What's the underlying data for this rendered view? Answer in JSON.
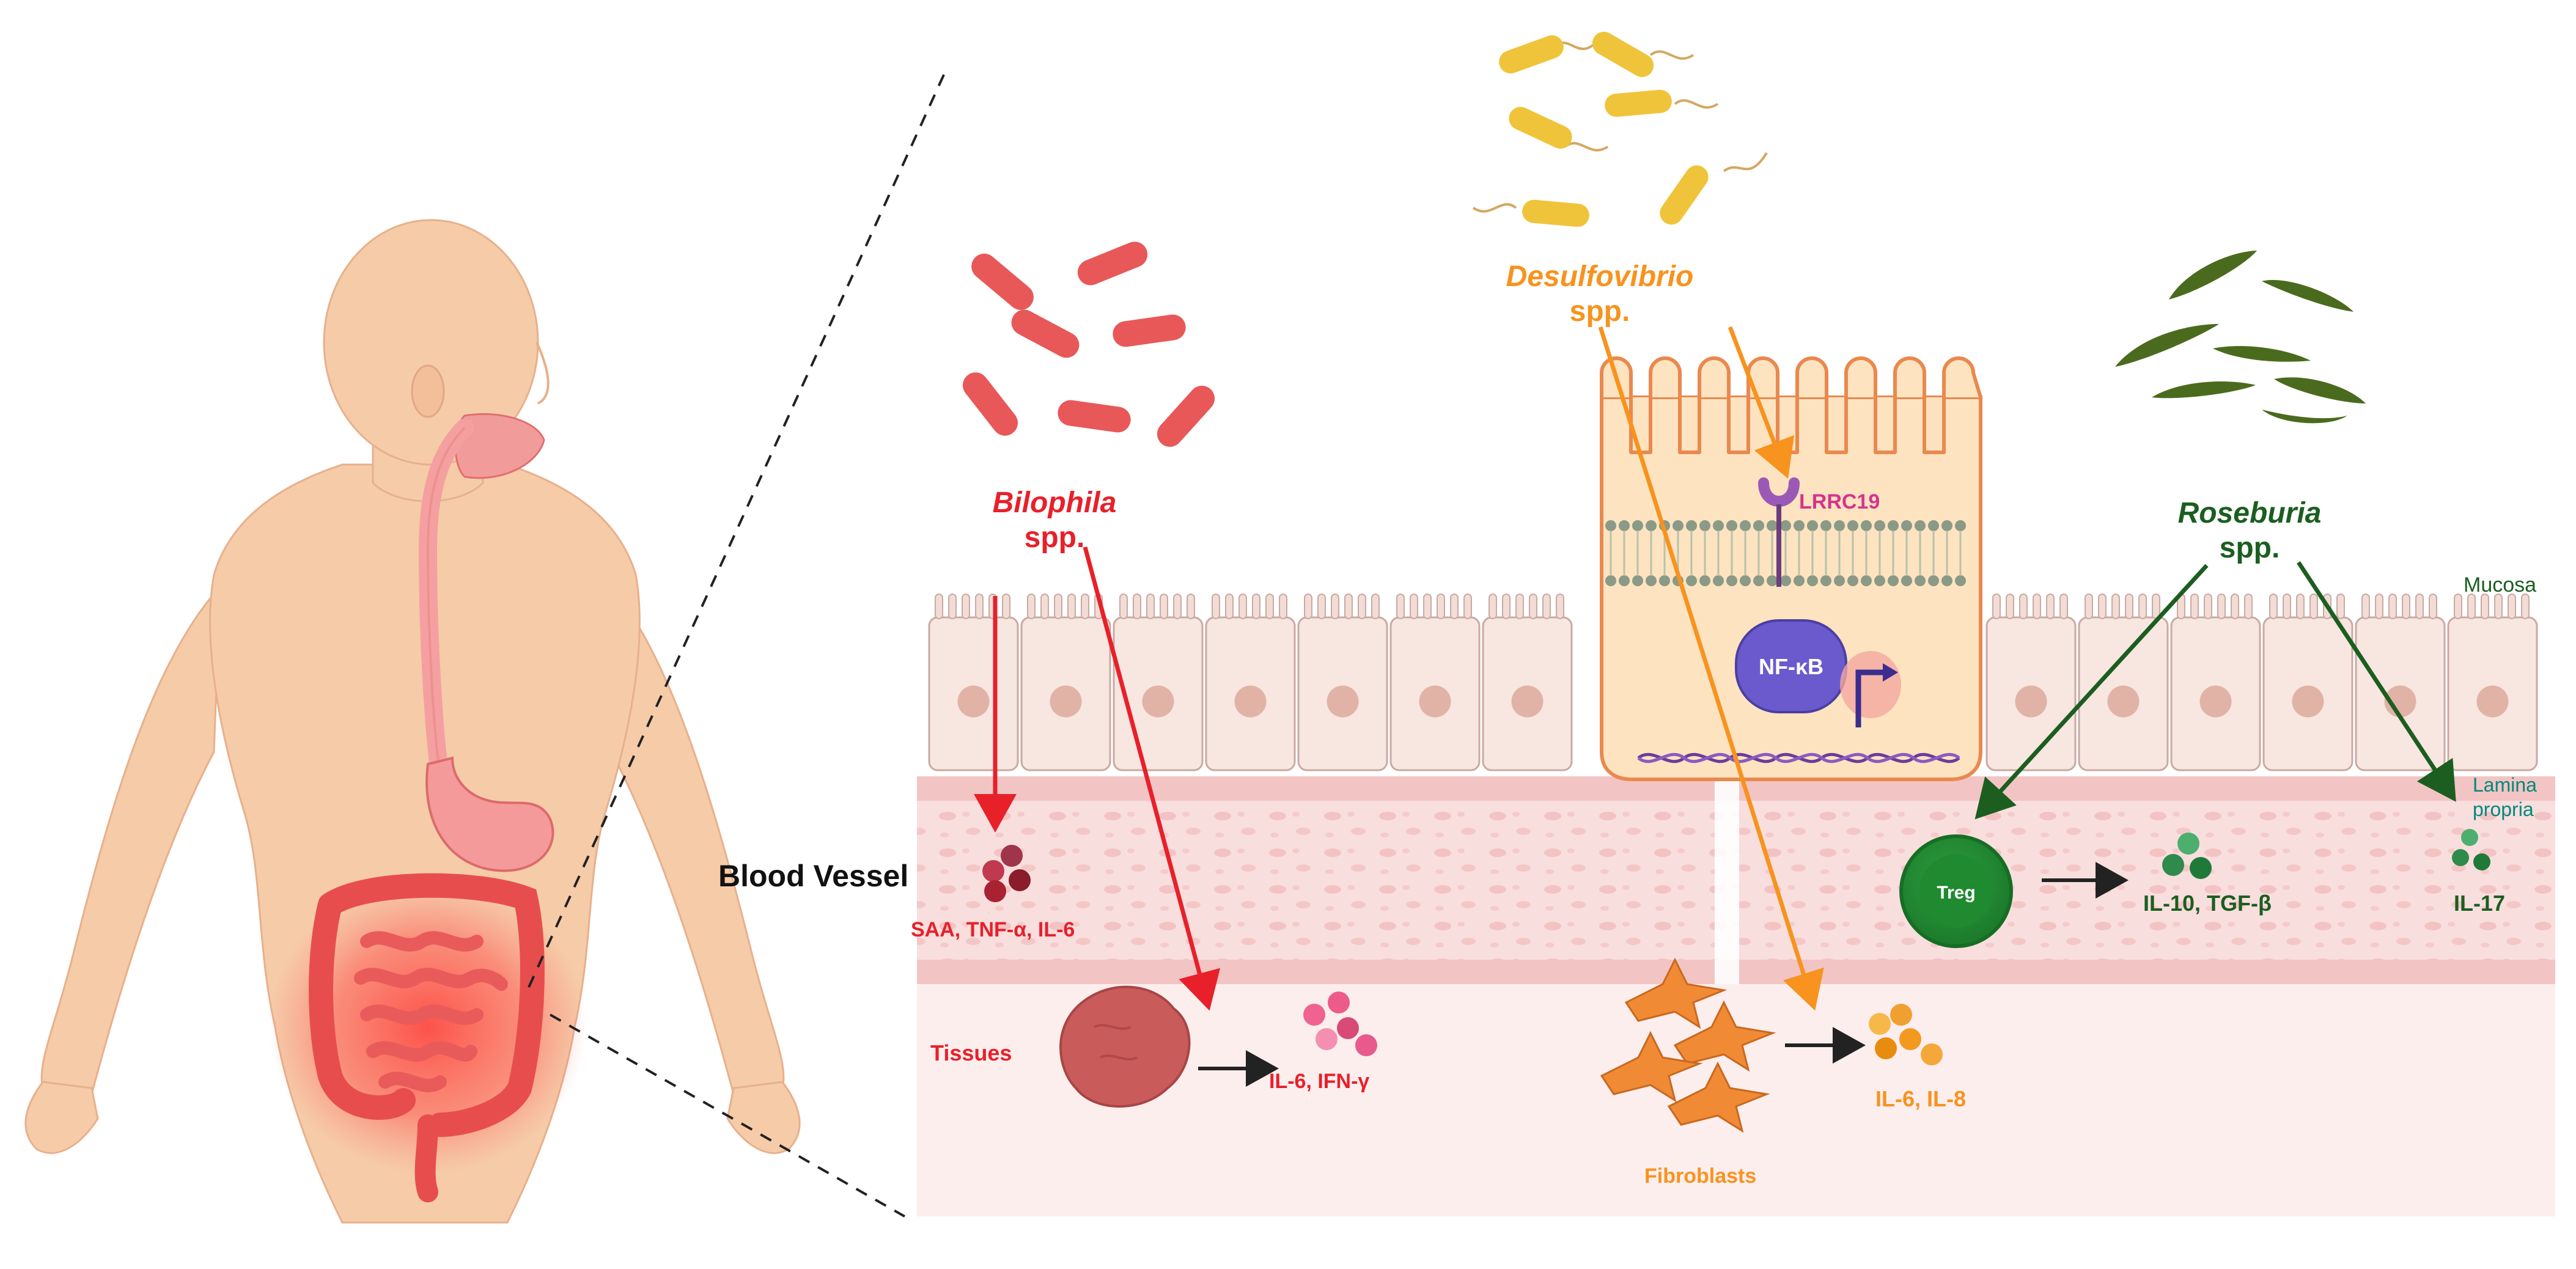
{
  "labels": {
    "bilophila_genus": "Bilophila",
    "bilophila_spp": "spp.",
    "desulfovibrio_genus": "Desulfovibrio",
    "desulfovibrio_spp": "spp.",
    "roseburia_genus": "Roseburia",
    "roseburia_spp": "spp.",
    "lrrc19": "LRRC19",
    "nfkb": "NF-κB",
    "mucosa": "Mucosa",
    "lamina_propria_1": "Lamina",
    "lamina_propria_2": "propria",
    "blood_vessel": "Blood Vessel",
    "saa": "SAA, TNF-α, IL-6",
    "tissues": "Tissues",
    "il6_ifng": "IL-6, IFN-γ",
    "treg": "Treg",
    "il10_tgfb": "IL-10, TGF-β",
    "il17": "IL-17",
    "il6_il8": "IL-6, IL-8",
    "fibroblasts": "Fibroblasts"
  },
  "colors": {
    "bilophila": "#e8202a",
    "desulfovibrio": "#f7931e",
    "roseburia": "#1b5e20",
    "lrrc19": "#d6338f",
    "nfkb": "#6a5acd",
    "mucosa_text": "#1b5e20",
    "lamina_text": "#00897b",
    "skin": "#f6cba8",
    "cell_fill": "#f8e6e0",
    "blood_band": "#f6d3d3",
    "tissue_bg": "#fdeeee"
  }
}
